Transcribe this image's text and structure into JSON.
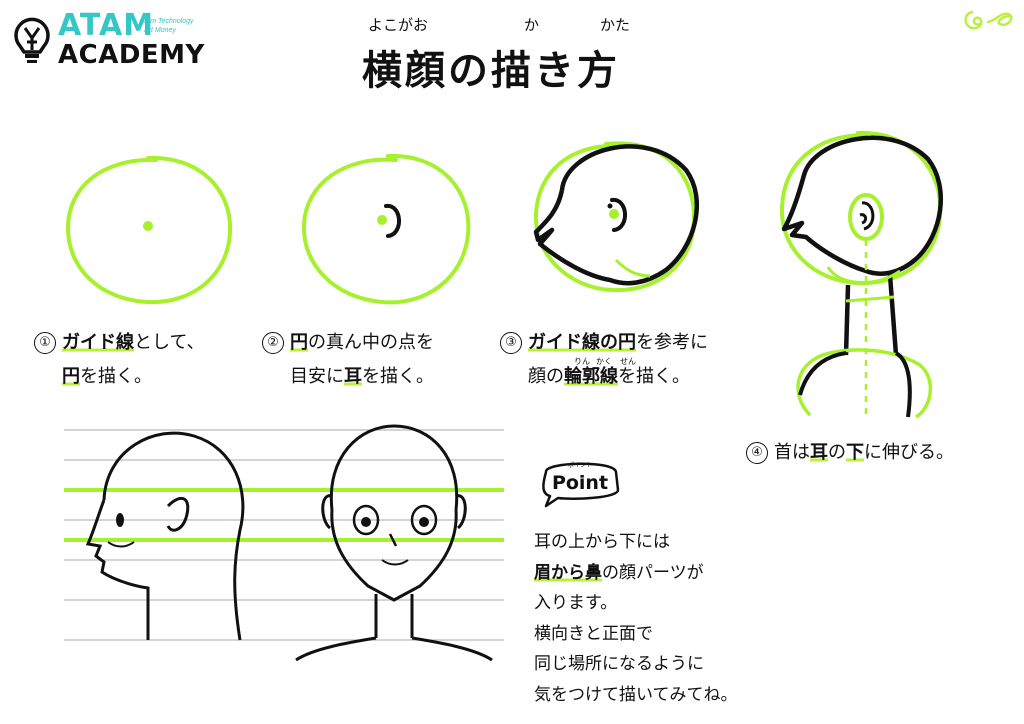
{
  "logo": {
    "brand": "ATAM",
    "sub": "ACADEMY",
    "tagline_1": "Aim Technology",
    "tagline_2": "Art Money"
  },
  "title": {
    "text": "横顔の描き方",
    "ruby_yokogao": "よこがお",
    "ruby_ka": "か",
    "ruby_kata": "かた"
  },
  "steps": [
    {
      "num": "①",
      "l1a": "ガイド線",
      "l1b": "として、",
      "l2a": "円",
      "l2b": "を描く。"
    },
    {
      "num": "②",
      "l1a": "円",
      "l1b": "の真ん中の点を",
      "l2a": "目安に",
      "l2b": "耳",
      "l2c": "を描く。"
    },
    {
      "num": "③",
      "l1a": "ガイド線の円",
      "l1b": "を参考に",
      "l2a": "顔の",
      "l2b": "輪郭線",
      "l2c": "を描く。",
      "ruby_rin": "りん",
      "ruby_kaku": "かく",
      "ruby_sen": "せん"
    },
    {
      "num": "④",
      "t1": "首は",
      "t2": "耳",
      "t3": "の",
      "t4": "下",
      "t5": "に伸びる。"
    }
  ],
  "point": {
    "label": "Point",
    "label_ruby": "ポイント",
    "lines": [
      "耳の上から下には",
      "眉から鼻",
      "の顔パーツが",
      "入ります。",
      "横向きと正面で",
      "同じ場所になるように",
      "気をつけて描いてみてね。"
    ]
  },
  "colors": {
    "guide_green": "#a6f02e",
    "highlight": "#b9f03a",
    "logo_teal": "#35c6c6",
    "ink": "#111111"
  }
}
